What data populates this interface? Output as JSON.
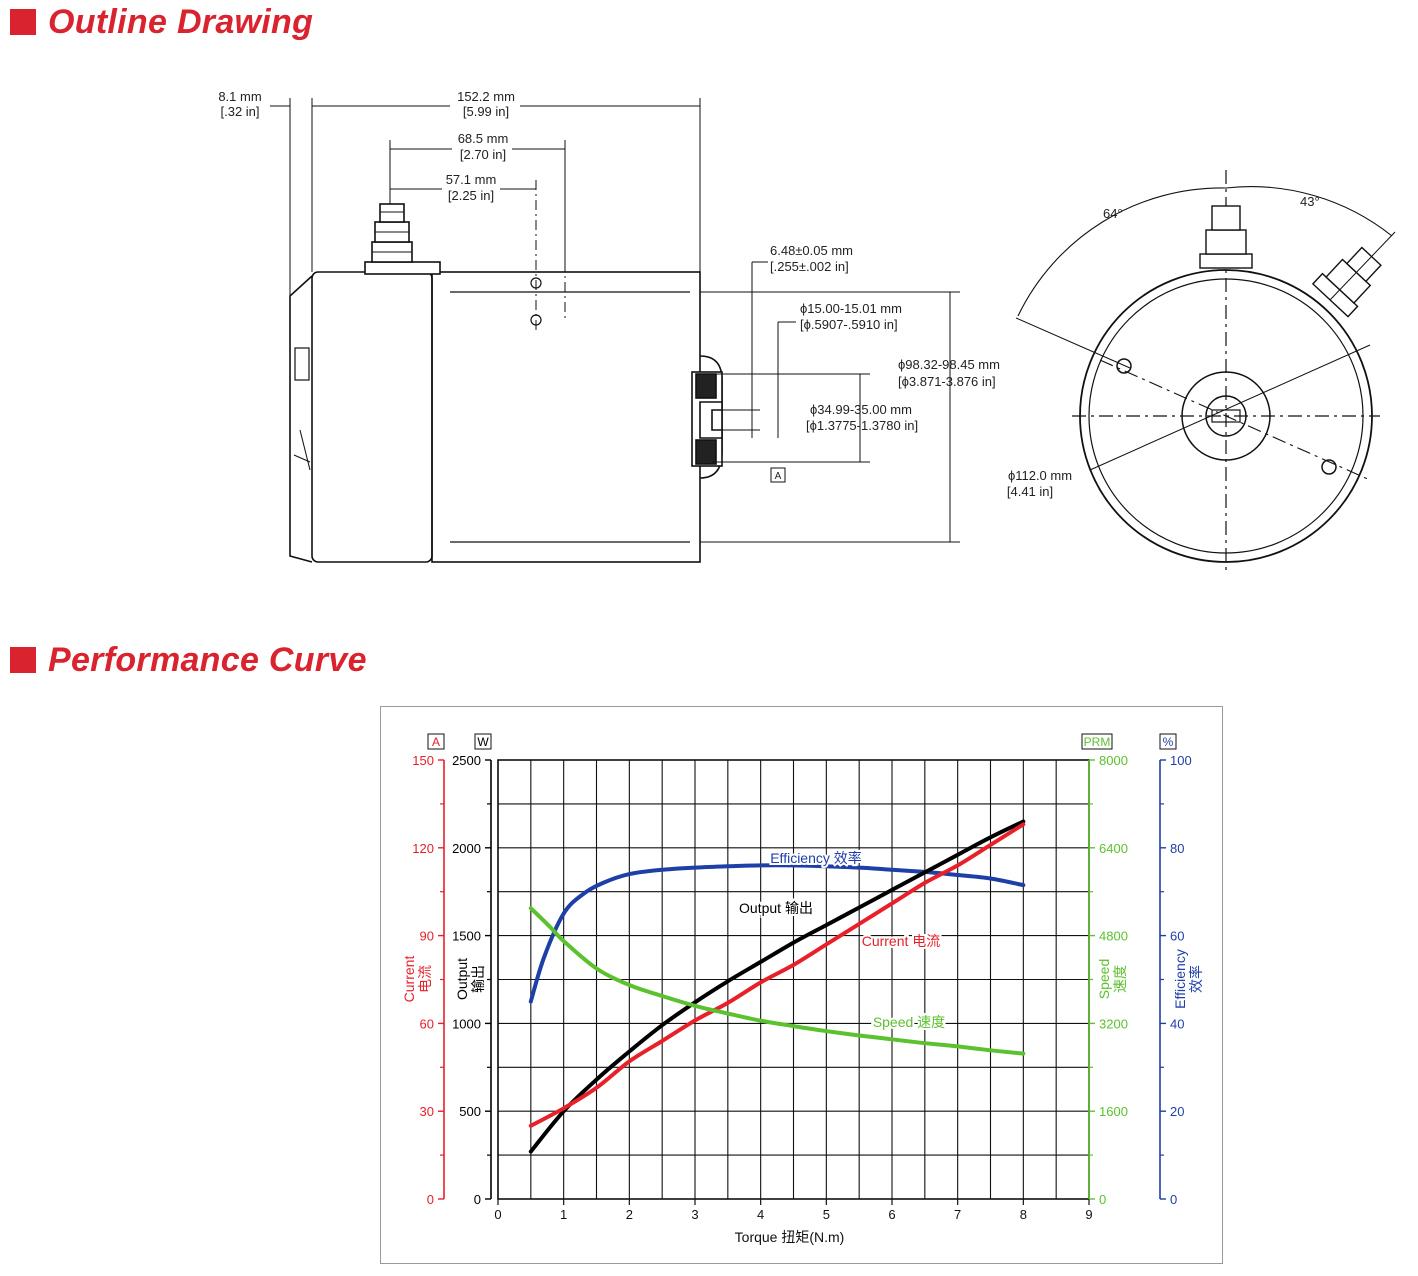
{
  "sections": {
    "outline_title": "Outline Drawing",
    "performance_title": "Performance Curve"
  },
  "drawing": {
    "dim_flange_mm": "8.1 mm",
    "dim_flange_in": "[.32 in]",
    "dim_length_mm": "152.2 mm",
    "dim_length_in": "[5.99 in]",
    "dim_terminal1_mm": "68.5 mm",
    "dim_terminal1_in": "[2.70 in]",
    "dim_terminal2_mm": "57.1 mm",
    "dim_terminal2_in": "[2.25 in]",
    "dim_key_mm": "6.48±0.05 mm",
    "dim_key_in": "[.255±.002 in]",
    "dim_shaft_mm": "ϕ15.00-15.01 mm",
    "dim_shaft_in": "[ϕ.5907-.5910 in]",
    "dim_body_mm": "ϕ98.32-98.45 mm",
    "dim_body_in": "[ϕ3.871-3.876 in]",
    "dim_pilot_mm": "ϕ34.99-35.00 mm",
    "dim_pilot_in": "[ϕ1.3775-1.3780 in]",
    "datum": "A",
    "dim_outer_mm": "ϕ112.0 mm",
    "dim_outer_in": "[4.41 in]",
    "angle_left": "64°",
    "angle_right": "43°"
  },
  "chart_data": {
    "type": "line",
    "xlabel": "Torque 扭矩(N.m)",
    "xlim": [
      0,
      9
    ],
    "xticks": [
      0,
      1,
      2,
      3,
      4,
      5,
      6,
      7,
      8,
      9
    ],
    "axes": [
      {
        "id": "current",
        "unit": "A",
        "label_en": "Current",
        "label_cn": "电流",
        "min": 0,
        "max": 150,
        "ticks": [
          0,
          30,
          60,
          90,
          120,
          150
        ],
        "color": "#e8202a"
      },
      {
        "id": "output",
        "unit": "W",
        "label_en": "Output",
        "label_cn": "输出",
        "min": 0,
        "max": 2500,
        "ticks": [
          0,
          500,
          1000,
          1500,
          2000,
          2500
        ],
        "color": "#000000"
      },
      {
        "id": "speed",
        "unit": "PRM",
        "label_en": "Speed",
        "label_cn": "速度",
        "min": 0,
        "max": 8000,
        "ticks": [
          0,
          1600,
          3200,
          4800,
          6400,
          8000
        ],
        "color": "#5cc12e"
      },
      {
        "id": "efficiency",
        "unit": "%",
        "label_en": "Efficiency",
        "label_cn": "效率",
        "min": 0,
        "max": 100,
        "ticks": [
          0,
          20,
          40,
          60,
          80,
          100
        ],
        "color": "#1f3fa8"
      }
    ],
    "series": [
      {
        "name": "Efficiency 效率",
        "axis": "efficiency",
        "color": "#1f3fa8",
        "x": [
          0.5,
          0.7,
          1.0,
          1.3,
          1.6,
          2.0,
          2.5,
          3.0,
          3.5,
          4.0,
          4.5,
          5.0,
          5.5,
          6.0,
          6.5,
          7.0,
          7.5,
          8.0
        ],
        "y": [
          45,
          55,
          65,
          69.5,
          72,
          74,
          75,
          75.5,
          75.8,
          76,
          76,
          75.8,
          75.5,
          75,
          74.5,
          73.8,
          73,
          71.5
        ]
      },
      {
        "name": "Output 输出",
        "axis": "output",
        "color": "#000000",
        "x": [
          0.5,
          1.0,
          1.5,
          2.0,
          2.5,
          3.0,
          3.5,
          4.0,
          4.5,
          5.0,
          5.5,
          6.0,
          6.5,
          7.0,
          7.5,
          8.0
        ],
        "y": [
          270,
          500,
          680,
          840,
          990,
          1120,
          1240,
          1350,
          1460,
          1560,
          1660,
          1760,
          1860,
          1960,
          2060,
          2150
        ]
      },
      {
        "name": "Current 电流",
        "axis": "current",
        "color": "#e8202a",
        "x": [
          0.5,
          1.0,
          1.5,
          2.0,
          2.5,
          3.0,
          3.5,
          4.0,
          4.5,
          5.0,
          5.5,
          6.0,
          6.5,
          7.0,
          7.5,
          8.0
        ],
        "y": [
          25,
          31,
          38,
          47,
          54,
          61,
          67,
          74,
          80,
          87,
          94,
          101,
          108,
          114,
          121,
          128
        ]
      },
      {
        "name": "Speed 速度",
        "axis": "speed",
        "color": "#5cc12e",
        "x": [
          0.5,
          0.8,
          1.0,
          1.5,
          2.0,
          2.5,
          3.0,
          3.5,
          4.0,
          4.5,
          5.0,
          5.5,
          6.0,
          6.5,
          7.0,
          7.5,
          8.0
        ],
        "y": [
          5300,
          4950,
          4700,
          4200,
          3900,
          3700,
          3520,
          3380,
          3250,
          3150,
          3060,
          2980,
          2910,
          2840,
          2780,
          2710,
          2650
        ]
      }
    ]
  }
}
